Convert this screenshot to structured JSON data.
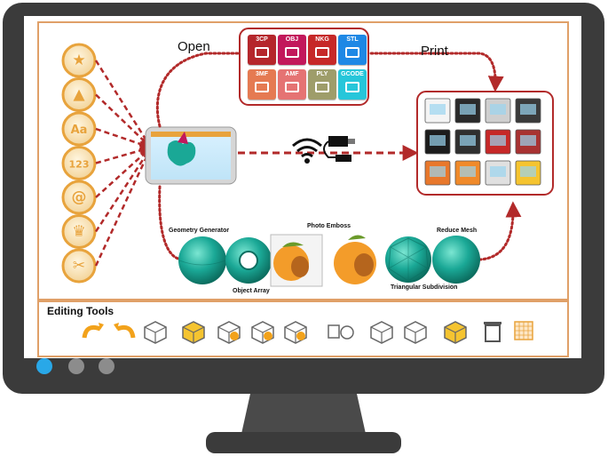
{
  "labels": {
    "open": "Open",
    "print": "Print",
    "editing_tools": "Editing Tools",
    "geometry_generator": "Geometry Generator",
    "photo_emboss": "Photo Emboss",
    "reduce_mesh": "Reduce Mesh",
    "object_array": "Object Array",
    "triangular_subdivision": "Triangular Subdivision"
  },
  "formats": [
    {
      "label": "3CP",
      "color": "#b5262b"
    },
    {
      "label": "OBJ",
      "color": "#c2185b"
    },
    {
      "label": "NKG",
      "color": "#c62828"
    },
    {
      "label": "STL",
      "color": "#1e88e5"
    },
    {
      "label": "3MF",
      "color": "#e57a52"
    },
    {
      "label": "AMF",
      "color": "#e57373"
    },
    {
      "label": "PLY",
      "color": "#9e9d6a"
    },
    {
      "label": "GCODE",
      "color": "#26c6da"
    }
  ],
  "side_icons": [
    {
      "name": "star-icon",
      "glyph": "★"
    },
    {
      "name": "pyramid-icon",
      "glyph": "▲"
    },
    {
      "name": "text-icon",
      "glyph": "Aa"
    },
    {
      "name": "numbers-icon",
      "glyph": "123"
    },
    {
      "name": "at-icon",
      "glyph": "@"
    },
    {
      "name": "crown-icon",
      "glyph": "♛"
    },
    {
      "name": "tools-icon",
      "glyph": "✂"
    }
  ],
  "colors": {
    "accent_orange": "#e8a33c",
    "connector_red": "#b22a2a",
    "monitor_frame": "#3a3a3a",
    "panel_border": "#e0a068",
    "teal": "#1aa896"
  },
  "dots": {
    "blue": "#29a8e8",
    "gray": "#8c8c8c"
  }
}
